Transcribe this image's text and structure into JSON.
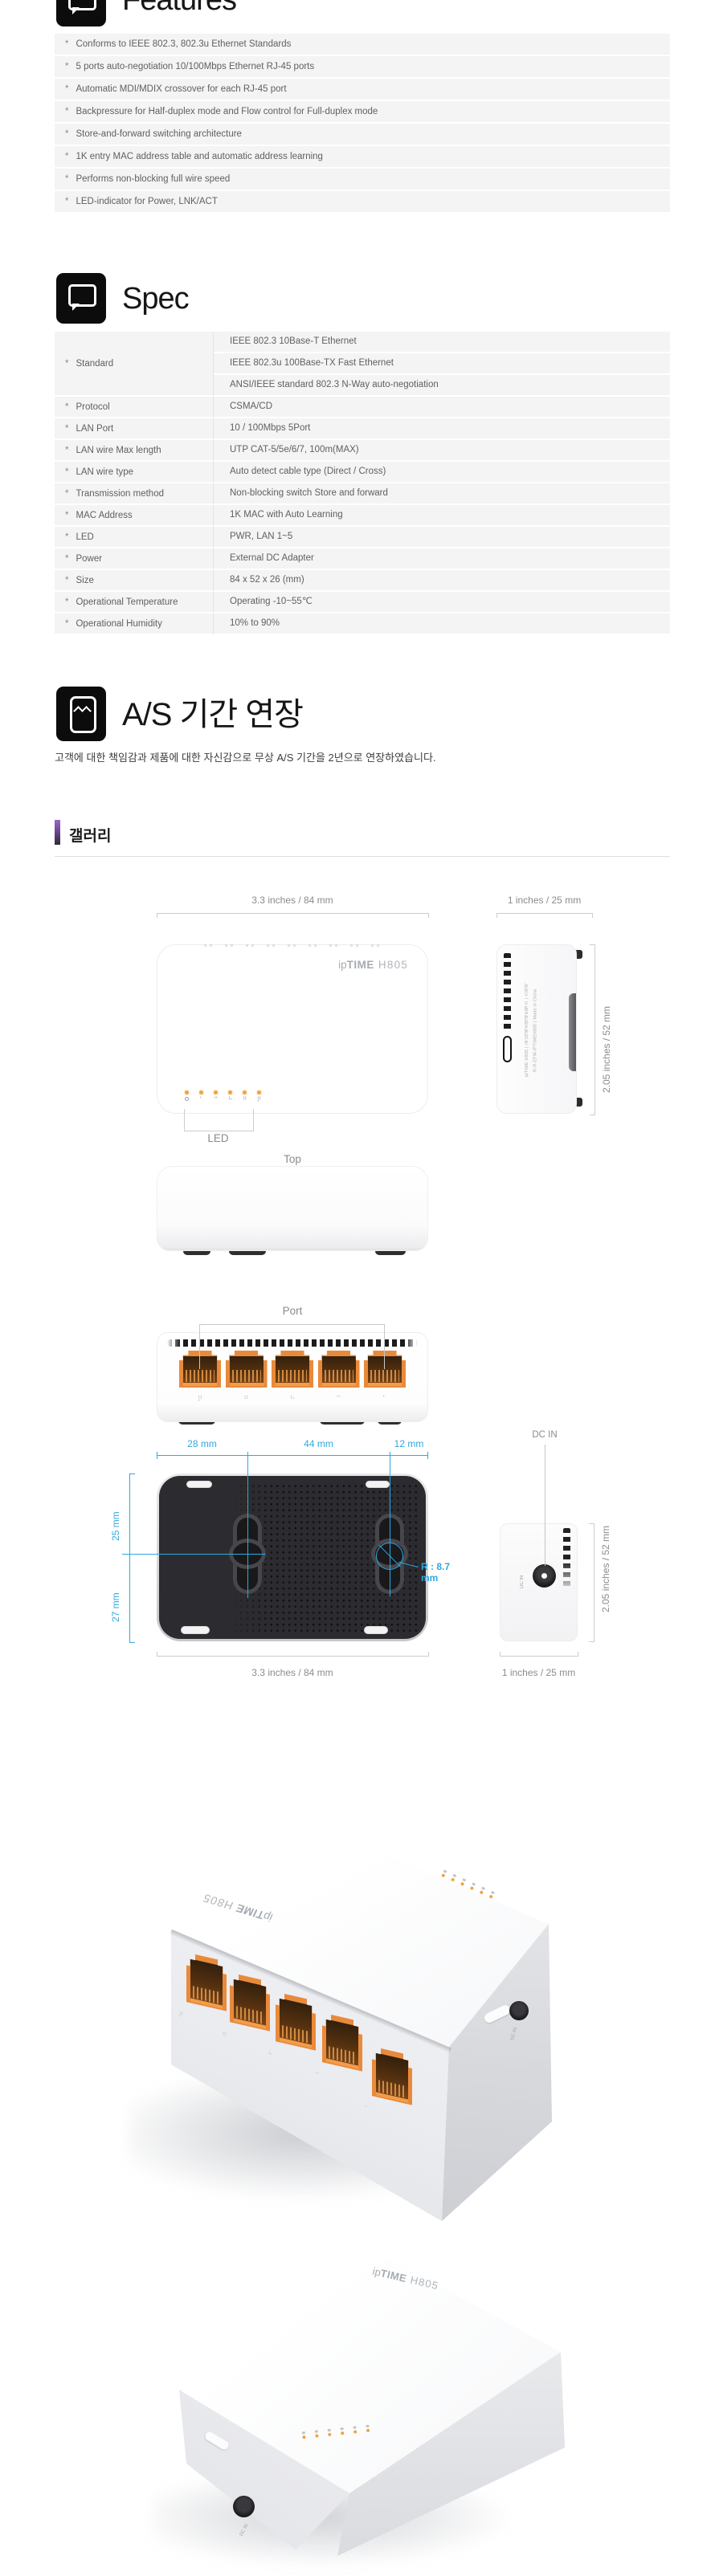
{
  "features": {
    "title": "Features",
    "items": [
      "Conforms to IEEE 802.3, 802.3u Ethernet Standards",
      "5 ports auto-negotiation 10/100Mbps Ethernet RJ-45 ports",
      "Automatic MDI/MDIX crossover for each RJ-45 port",
      "Backpressure for Half-duplex mode and Flow control for Full-duplex mode",
      "Store-and-forward switching architecture",
      "1K entry MAC address table and automatic address learning",
      "Performs non-blocking full wire speed",
      "LED-indicator for Power, LNK/ACT"
    ]
  },
  "spec": {
    "title": "Spec",
    "rows": [
      {
        "label": "Standard",
        "values": [
          "IEEE 802.3 10Base-T Ethernet",
          "IEEE 802.3u 100Base-TX Fast Ethernet",
          "ANSI/IEEE standard 802.3 N-Way auto-negotiation"
        ]
      },
      {
        "label": "Protocol",
        "values": [
          "CSMA/CD"
        ]
      },
      {
        "label": "LAN Port",
        "values": [
          "10 / 100Mbps 5Port"
        ]
      },
      {
        "label": "LAN wire Max length",
        "values": [
          "UTP CAT-5/5e/6/7, 100m(MAX)"
        ]
      },
      {
        "label": "LAN wire type",
        "values": [
          "Auto detect cable type (Direct / Cross)"
        ]
      },
      {
        "label": "Transmission method",
        "values": [
          "Non-blocking switch Store and forward"
        ]
      },
      {
        "label": "MAC Address",
        "values": [
          "1K MAC with Auto Learning"
        ]
      },
      {
        "label": "LED",
        "values": [
          "PWR, LAN 1~5"
        ]
      },
      {
        "label": "Power",
        "values": [
          "External DC Adapter"
        ]
      },
      {
        "label": "Size",
        "values": [
          "84 x 52 x 26 (mm)"
        ]
      },
      {
        "label": "Operational Temperature",
        "values": [
          "Operating -10~55℃"
        ]
      },
      {
        "label": "Operational Humidity",
        "values": [
          "10% to 90%"
        ]
      }
    ]
  },
  "warranty": {
    "title": "A/S 기간 연장",
    "description": "고객에 대한 책임감과 제품에 대한 자신감으로 무상 A/S 기간을 2년으로 연장하였습니다."
  },
  "gallery": {
    "heading": "갤러리",
    "logo": {
      "prefix": "ip",
      "brand": "TIME",
      "model": "H805"
    },
    "top_view": {
      "width_label": "3.3 inches / 84 mm",
      "led_bracket_label": "LED",
      "caption": "Top",
      "led_glyphs": [
        "⠁",
        "⠉",
        "⠓",
        "⠛",
        "⠟"
      ]
    },
    "side_view": {
      "width_label": "1 inches / 25 mm",
      "height_label": "2.05 inches / 52 mm",
      "print_line1": "ipTIME H805 | (주)이에프엠네트웍스 | 스위치",
      "print_line2": "R-R-EFM-IPTIMEH805 | Made in China"
    },
    "port_view": {
      "caption": "Port",
      "port_glyphs": [
        "⠟",
        "⠛",
        "⠓",
        "⠉",
        "⠁"
      ]
    },
    "bottom_view": {
      "dim_labels": [
        "28 mm",
        "44 mm",
        "12 mm"
      ],
      "left_dim_top": "25 mm",
      "left_dim_bottom": "27 mm",
      "radius_label": "R : 8.7 mm",
      "width_label": "3.3 inches / 84 mm"
    },
    "dc_view": {
      "callout_label": "DC IN",
      "jack_label": "DC IN",
      "width_label": "1 inches / 25 mm",
      "height_label": "2.05 inches / 52 mm"
    }
  },
  "photos": {
    "angled_front": {
      "dc_label": "DC IN"
    },
    "angled_back": {
      "dc_label": "DC IN"
    }
  },
  "colors": {
    "accent_blue": "#2fa8e0",
    "led_orange": "#f0a43e",
    "port_orange": "#e98a3b",
    "row_bg": "#f4f4f4",
    "icon_bg": "#0c0c0c",
    "gallery_bar_top": "#9a66c8",
    "gallery_bar_bottom": "#2c2c36"
  }
}
